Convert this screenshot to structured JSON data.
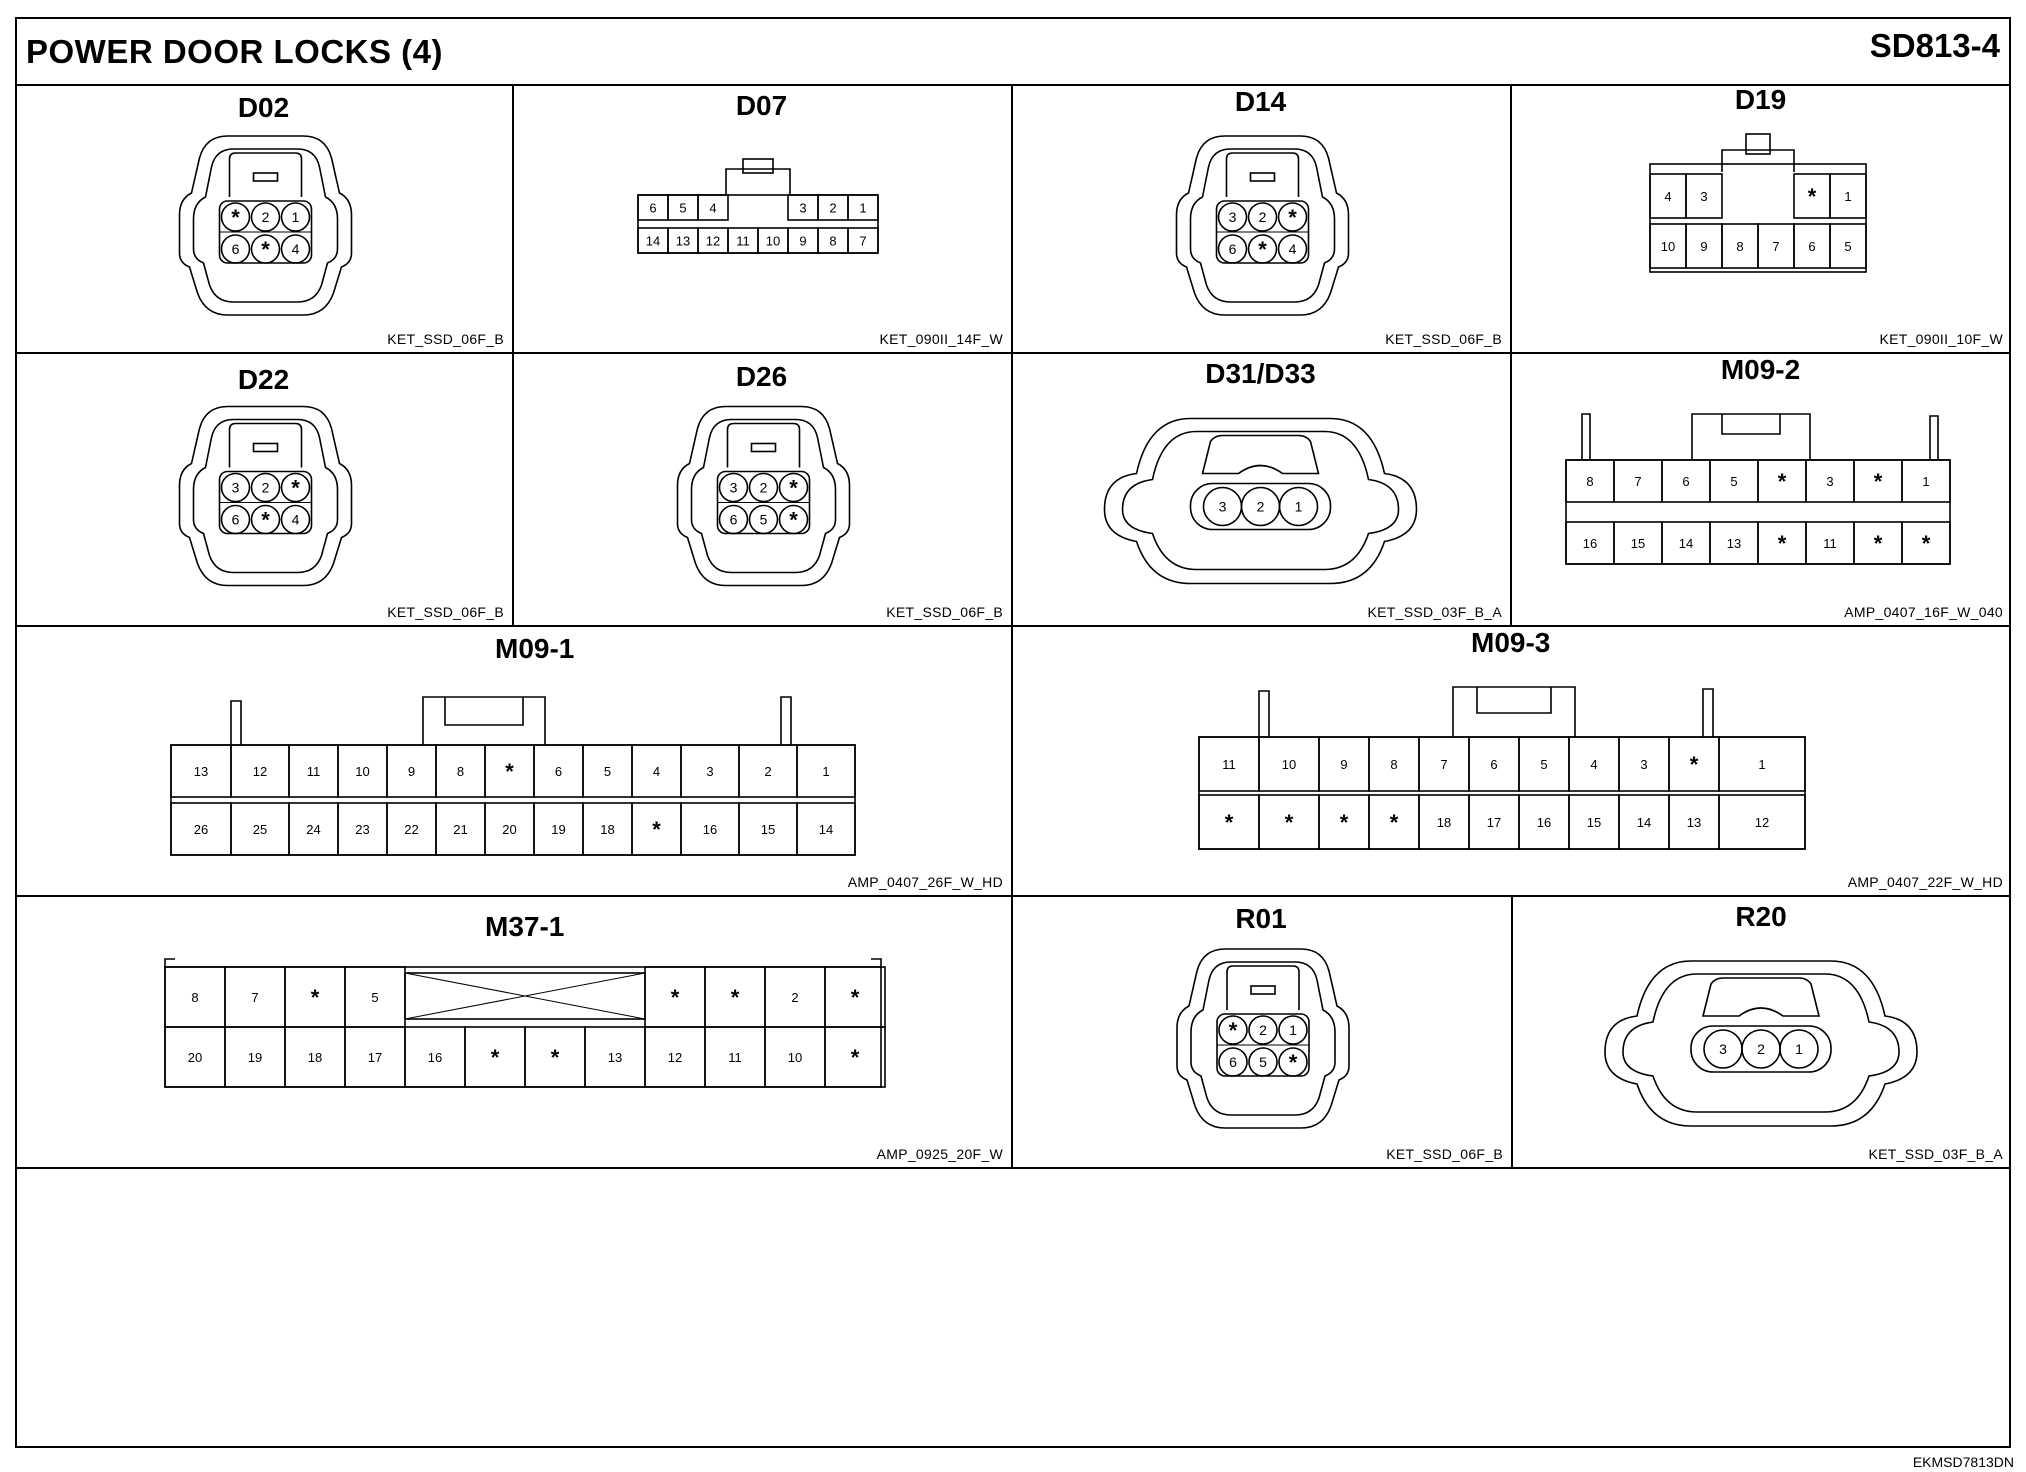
{
  "header": {
    "title": "POWER DOOR LOCKS (4)",
    "code": "SD813-4"
  },
  "footer": {
    "code": "EKMSD7813DN"
  },
  "connectors": {
    "d02": {
      "name": "D02",
      "ref": "KET_SSD_06F_B",
      "pins": [
        "*",
        "2",
        "1",
        "6",
        "*",
        "4"
      ]
    },
    "d07": {
      "name": "D07",
      "ref": "KET_090II_14F_W",
      "top": [
        "6",
        "5",
        "4",
        "",
        "3",
        "2",
        "1"
      ],
      "bottom": [
        "14",
        "13",
        "12",
        "11",
        "10",
        "9",
        "8",
        "7"
      ]
    },
    "d14": {
      "name": "D14",
      "ref": "KET_SSD_06F_B",
      "pins": [
        "3",
        "2",
        "*",
        "6",
        "*",
        "4"
      ]
    },
    "d19": {
      "name": "D19",
      "ref": "KET_090II_10F_W",
      "top": [
        "4",
        "3",
        "*",
        "1"
      ],
      "bottom": [
        "10",
        "9",
        "8",
        "7",
        "6",
        "5"
      ]
    },
    "d22": {
      "name": "D22",
      "ref": "KET_SSD_06F_B",
      "pins": [
        "3",
        "2",
        "*",
        "6",
        "*",
        "4"
      ]
    },
    "d26": {
      "name": "D26",
      "ref": "KET_SSD_06F_B",
      "pins": [
        "3",
        "2",
        "*",
        "6",
        "5",
        "*"
      ]
    },
    "d31": {
      "name": "D31/D33",
      "ref": "KET_SSD_03F_B_A",
      "pins": [
        "3",
        "2",
        "1"
      ]
    },
    "m092": {
      "name": "M09-2",
      "ref": "AMP_0407_16F_W_040",
      "top": [
        "8",
        "7",
        "6",
        "5",
        "*",
        "3",
        "*",
        "1"
      ],
      "bottom": [
        "16",
        "15",
        "14",
        "13",
        "*",
        "11",
        "*",
        "*"
      ]
    },
    "m091": {
      "name": "M09-1",
      "ref": "AMP_0407_26F_W_HD",
      "top": [
        "13",
        "12",
        "11",
        "10",
        "9",
        "8",
        "*",
        "6",
        "5",
        "4",
        "3",
        "2",
        "1"
      ],
      "bottom": [
        "26",
        "25",
        "24",
        "23",
        "22",
        "21",
        "20",
        "19",
        "18",
        "*",
        "16",
        "15",
        "14"
      ]
    },
    "m093": {
      "name": "M09-3",
      "ref": "AMP_0407_22F_W_HD",
      "top": [
        "11",
        "10",
        "9",
        "8",
        "7",
        "6",
        "5",
        "4",
        "3",
        "*",
        "1"
      ],
      "bottom": [
        "*",
        "*",
        "*",
        "*",
        "18",
        "17",
        "16",
        "15",
        "14",
        "13",
        "12"
      ]
    },
    "m371": {
      "name": "M37-1",
      "ref": "AMP_0925_20F_W",
      "top": [
        "8",
        "7",
        "*",
        "5",
        "*",
        "*",
        "2",
        "*"
      ],
      "bottom": [
        "20",
        "19",
        "18",
        "17",
        "16",
        "*",
        "*",
        "13",
        "12",
        "11",
        "10",
        "*"
      ]
    },
    "r01": {
      "name": "R01",
      "ref": "KET_SSD_06F_B",
      "pins": [
        "*",
        "2",
        "1",
        "6",
        "5",
        "*"
      ]
    },
    "r20": {
      "name": "R20",
      "ref": "KET_SSD_03F_B_A",
      "pins": [
        "3",
        "2",
        "1"
      ]
    }
  }
}
